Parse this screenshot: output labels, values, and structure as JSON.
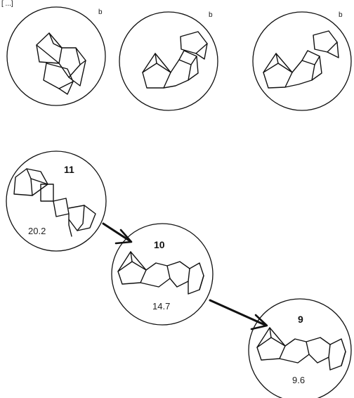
{
  "corner_fragment": "[ ...]",
  "top_row": [
    {
      "footnote": "b"
    },
    {
      "footnote": "b"
    },
    {
      "footnote": "b"
    }
  ],
  "sequence": [
    {
      "id": "11",
      "value": "20.2"
    },
    {
      "id": "10",
      "value": "14.7"
    },
    {
      "id": "9",
      "value": "9.6"
    }
  ]
}
